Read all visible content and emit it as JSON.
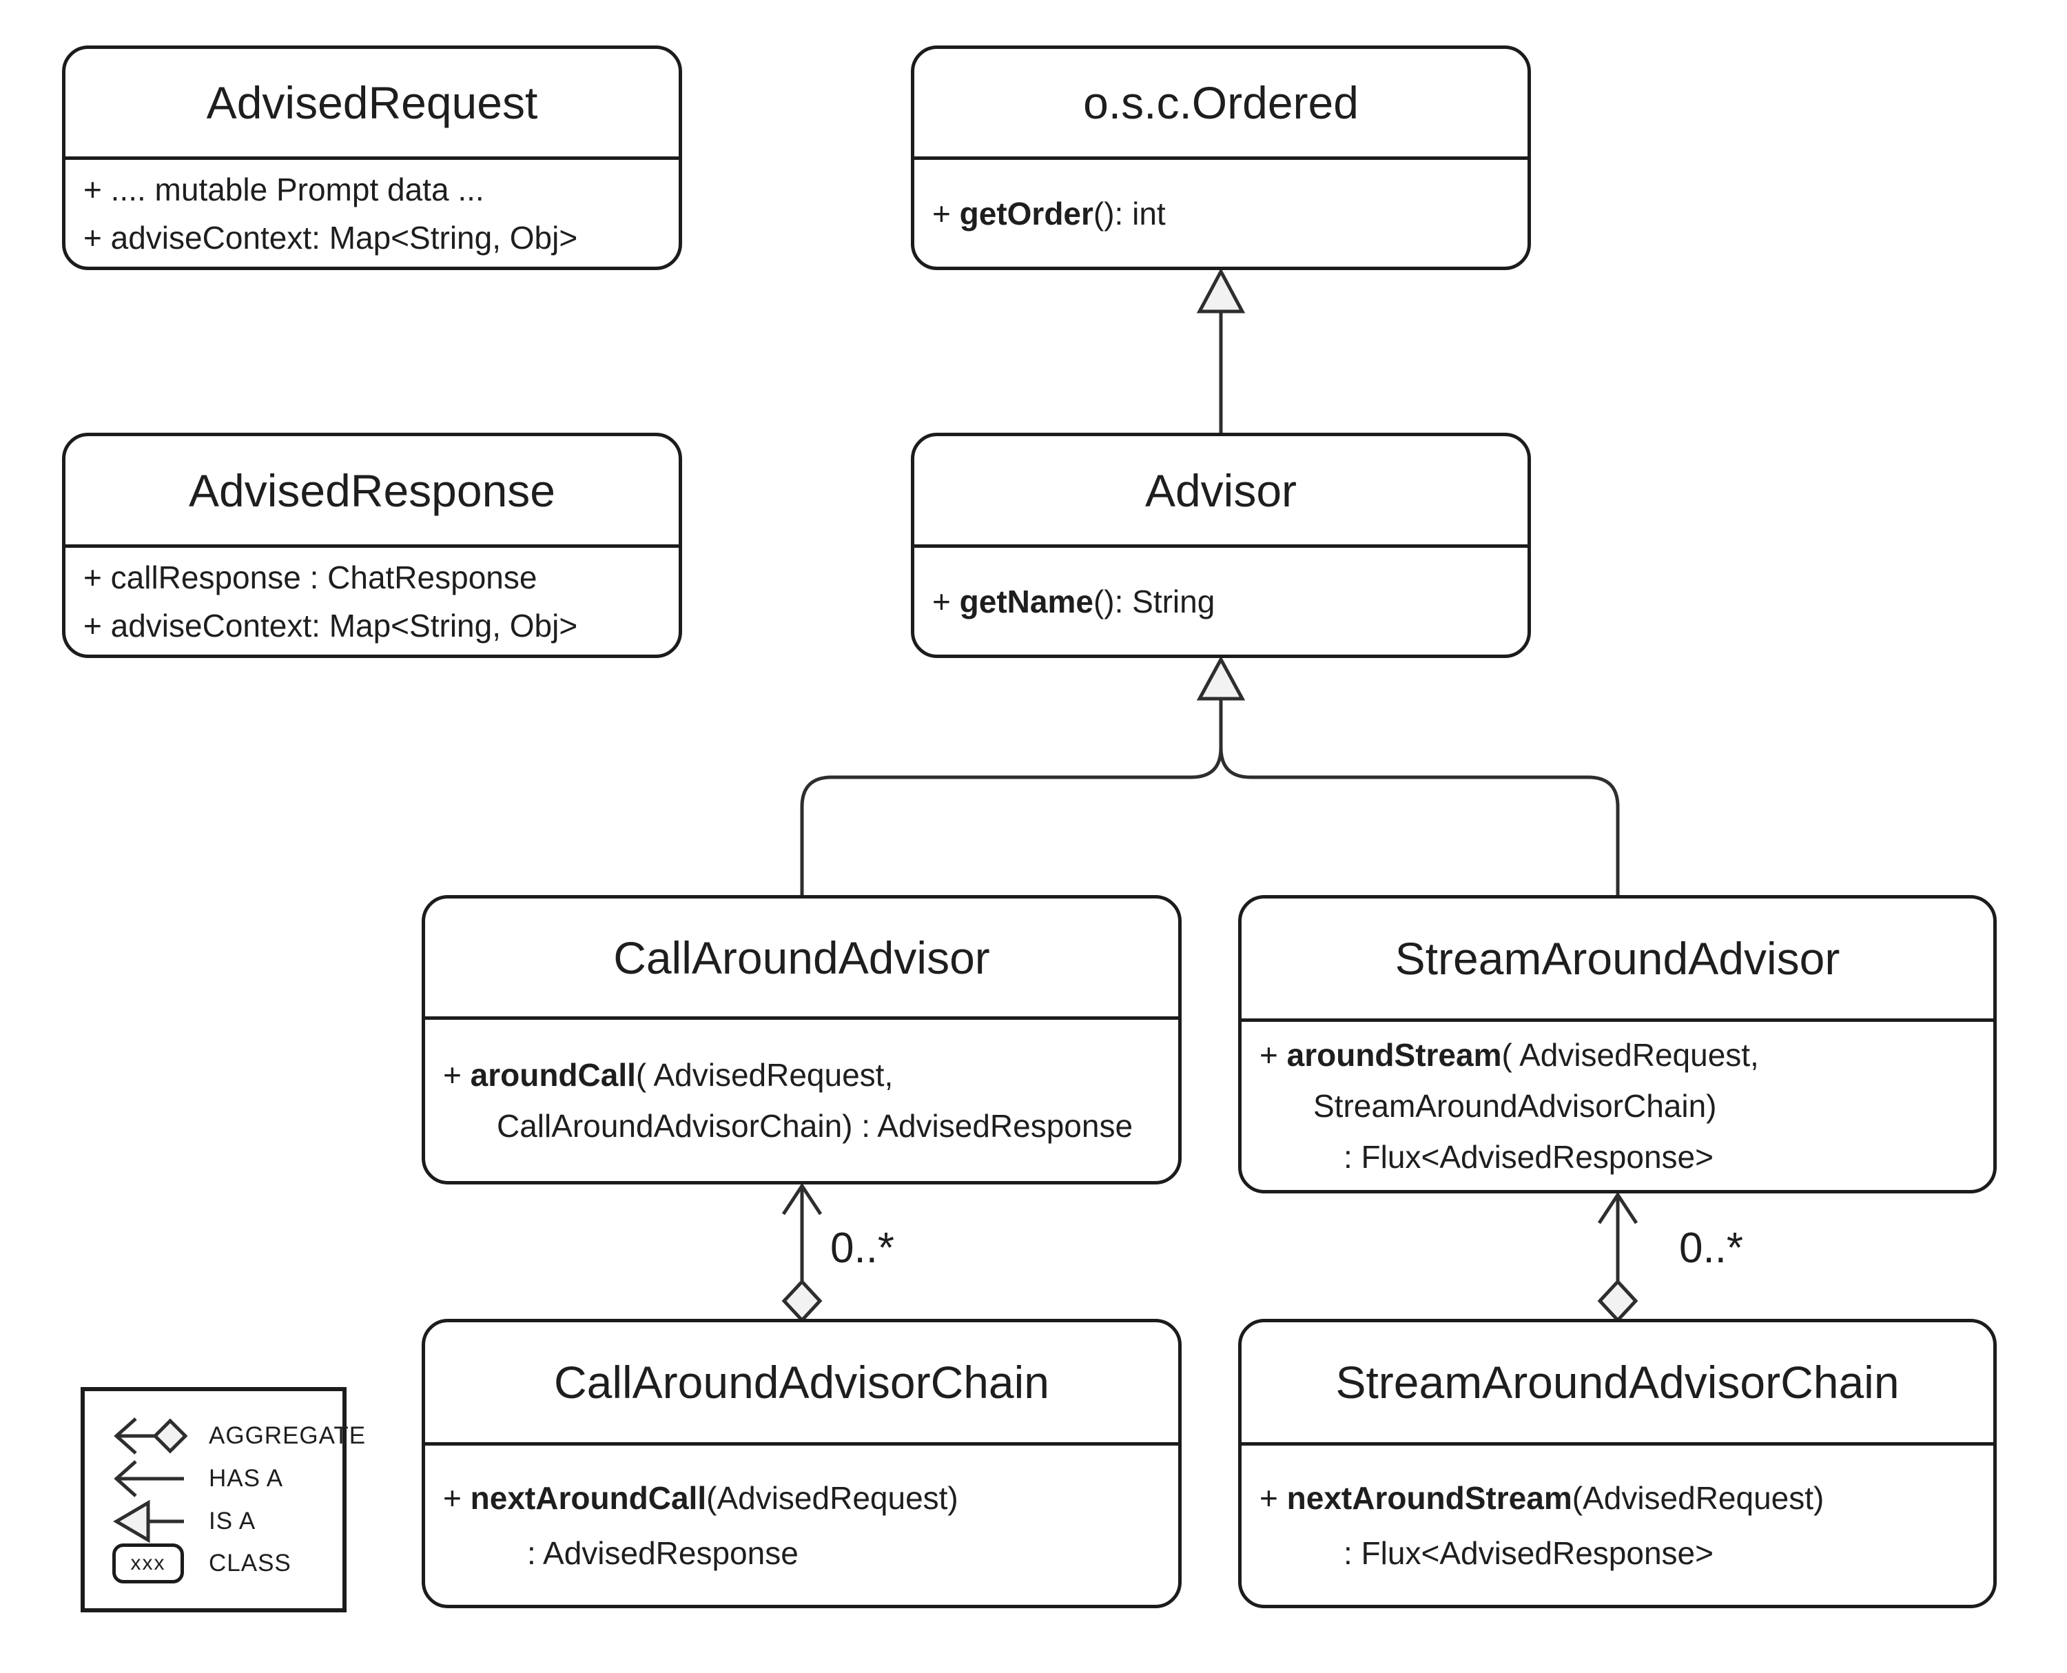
{
  "classes": {
    "advised_request": {
      "title": "AdvisedRequest",
      "attrs": [
        {
          "pre": "+ .... mutable Prompt data ..."
        },
        {
          "pre": "+ adviseContext: Map<String, Obj>"
        }
      ]
    },
    "ordered": {
      "title": "o.s.c.Ordered",
      "attrs": [
        {
          "pre": "+ ",
          "bold": "getOrder",
          "post": "(): int"
        }
      ]
    },
    "advised_response": {
      "title": "AdvisedResponse",
      "attrs": [
        {
          "pre": "+ callResponse : ChatResponse"
        },
        {
          "pre": "+ adviseContext: Map<String, Obj>"
        }
      ]
    },
    "advisor": {
      "title": "Advisor",
      "attrs": [
        {
          "pre": "+ ",
          "bold": "getName",
          "post": "(): String"
        }
      ]
    },
    "call_around_advisor": {
      "title": "CallAroundAdvisor",
      "attrs": [
        {
          "pre": "+ ",
          "bold": "aroundCall",
          "post": "( AdvisedRequest,"
        },
        {
          "pre": "CallAroundAdvisorChain) : AdvisedResponse"
        }
      ]
    },
    "stream_around_advisor": {
      "title": "StreamAroundAdvisor",
      "attrs": [
        {
          "pre": "+ ",
          "bold": "aroundStream",
          "post": "( AdvisedRequest,"
        },
        {
          "pre": "StreamAroundAdvisorChain)"
        },
        {
          "pre": ": Flux<AdvisedResponse>"
        }
      ]
    },
    "call_around_advisor_chain": {
      "title": "CallAroundAdvisorChain",
      "attrs": [
        {
          "pre": "+ ",
          "bold": "nextAroundCall",
          "post": "(AdvisedRequest)"
        },
        {
          "pre": ": AdvisedResponse"
        }
      ]
    },
    "stream_around_advisor_chain": {
      "title": "StreamAroundAdvisorChain",
      "attrs": [
        {
          "pre": "+ ",
          "bold": "nextAroundStream",
          "post": "(AdvisedRequest)"
        },
        {
          "pre": ": Flux<AdvisedResponse>"
        }
      ]
    }
  },
  "multiplicity_labels": {
    "call_chain": "0..*",
    "stream_chain": "0..*"
  },
  "legend": {
    "items": [
      {
        "icon": "aggregate-icon",
        "label": "AGGREGATE"
      },
      {
        "icon": "has-a-arrow-icon",
        "label": "HAS A"
      },
      {
        "icon": "is-a-arrow-icon",
        "label": "IS A"
      },
      {
        "icon": "class-box-icon",
        "label": "CLASS",
        "box_text": "xxx"
      }
    ]
  },
  "colors": {
    "background": "#ffffff",
    "line": "#2e2e2e",
    "border": "#1c1c1c",
    "shape_fill": "#f2f2f2",
    "text": "#1e1e1e"
  }
}
